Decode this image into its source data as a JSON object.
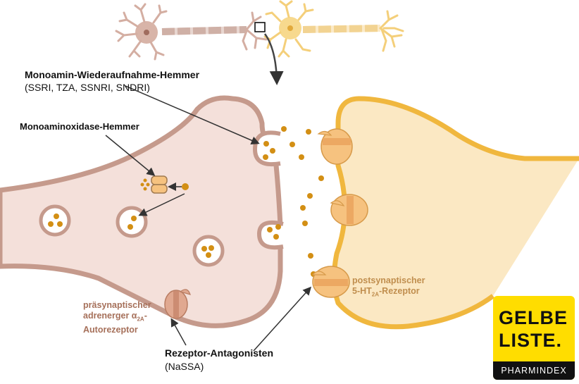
{
  "labels": {
    "reuptake_title": "Monoamin-Wiederaufnahme-Hemmer",
    "reuptake_sub": "(SSRI, TZA, SSNRI, SNDRI)",
    "mao_title": "Monoaminoxidase-Hemmer",
    "presyn_line1": "präsynaptischer",
    "presyn_line2": "adrenerger α",
    "presyn_line2_sub": "2A",
    "presyn_line2_end": "-",
    "presyn_line3": "Autorezeptor",
    "antag_title": "Rezeptor-Antagonisten",
    "antag_sub": "(NaSSA)",
    "postsyn_line1": "postsynaptischer",
    "postsyn_line2": "5-HT",
    "postsyn_line2_sub": "2A",
    "postsyn_line2_end": "-Rezeptor"
  },
  "logo": {
    "line1": "GELBE",
    "line2": "LISTE.",
    "line3": "PHARMINDEX"
  },
  "colors": {
    "presynaptic_fill": "#f4e0da",
    "presynaptic_stroke": "#c59a8c",
    "postsynaptic_fill": "#fbe8c3",
    "postsynaptic_stroke": "#f0b73e",
    "neurotransmitter": "#d38f14",
    "receptor": "#f6c27f",
    "logo_yellow": "#ffdd00"
  }
}
